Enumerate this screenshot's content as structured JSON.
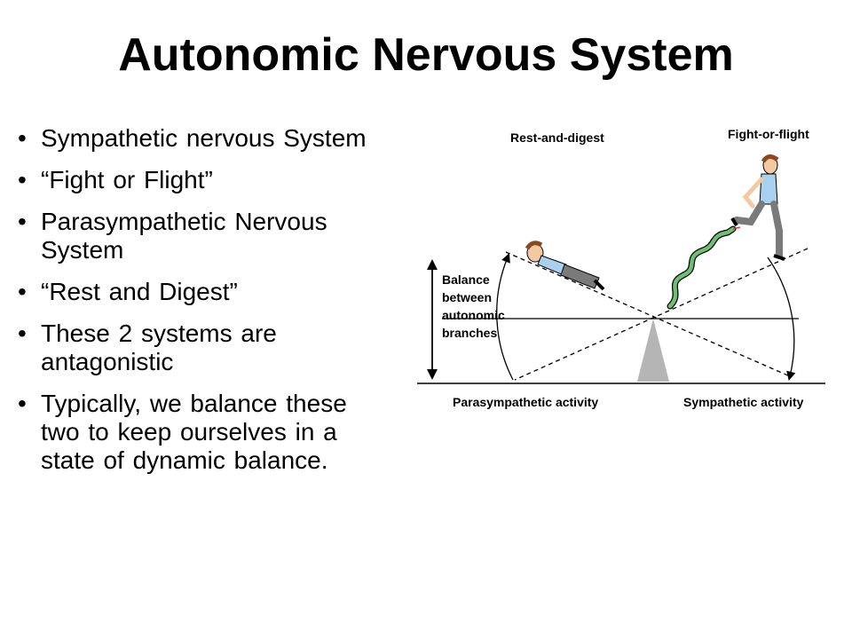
{
  "slide": {
    "title": "Autonomic Nervous System",
    "bullets": [
      "Sympathetic nervous System",
      "“Fight or Flight”",
      "Parasympathetic Nervous System",
      "“Rest and Digest”",
      "These 2 systems are antagonistic",
      "Typically, we balance these two  to keep ourselves in a state of dynamic balance."
    ],
    "bullet_glyph": "•"
  },
  "figure": {
    "label_rest": "Rest-and-digest",
    "label_fight": "Fight-or-flight",
    "balance_lines": [
      "Balance",
      "between",
      "autonomic",
      "branches"
    ],
    "label_para": "Parasympathetic activity",
    "label_symp": "Sympathetic activity",
    "colors": {
      "fulcrum": "#b5b5b5",
      "snake": "#6fbf73",
      "shirt": "#a9d0ec",
      "pants": "#7a7a7a",
      "skin": "#f2c9a0",
      "hair": "#8a4a1e"
    }
  }
}
